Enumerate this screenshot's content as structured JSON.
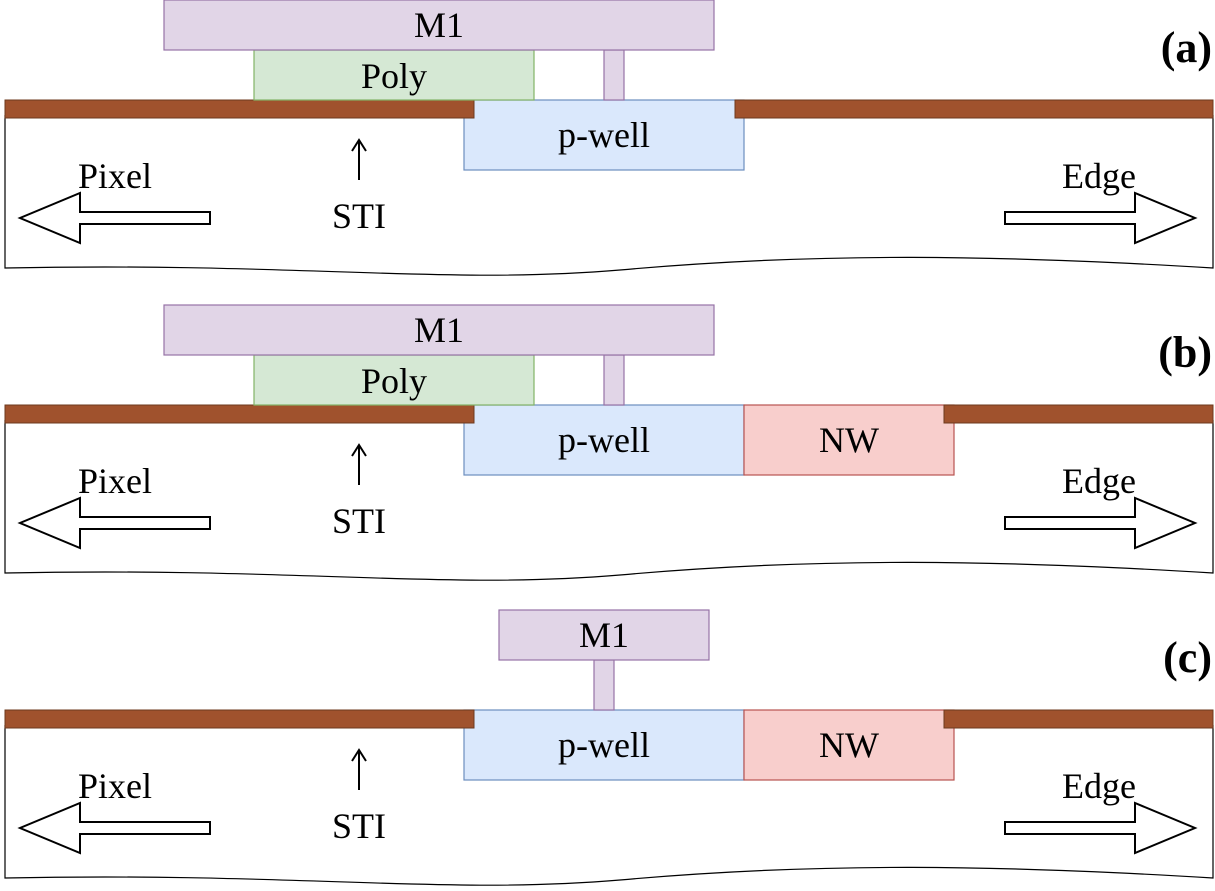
{
  "panels": [
    {
      "tag": "(a)",
      "m1": "M1",
      "poly": "Poly",
      "pwell": "p-well",
      "sti": "STI",
      "pixel": "Pixel",
      "edge": "Edge"
    },
    {
      "tag": "(b)",
      "m1": "M1",
      "poly": "Poly",
      "pwell": "p-well",
      "nw": "NW",
      "sti": "STI",
      "pixel": "Pixel",
      "edge": "Edge"
    },
    {
      "tag": "(c)",
      "m1": "M1",
      "pwell": "p-well",
      "nw": "NW",
      "sti": "STI",
      "pixel": "Pixel",
      "edge": "Edge"
    }
  ],
  "colors": {
    "m1_fill": "#e1d5e7",
    "m1_stroke": "#9673a6",
    "poly_fill": "#d5e8d4",
    "poly_stroke": "#82b366",
    "pwell_fill": "#dae8fc",
    "pwell_stroke": "#6c8ebf",
    "nw_fill": "#f8cecc",
    "nw_stroke": "#b85450",
    "oxide_fill": "#a0522d",
    "oxide_stroke": "#6d3a1e",
    "outline": "#000000"
  }
}
